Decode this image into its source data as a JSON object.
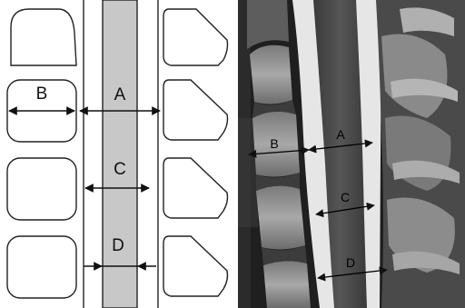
{
  "schematic": {
    "labels": {
      "b": "B",
      "a": "A",
      "c": "C",
      "d": "D"
    }
  },
  "mri": {
    "labels": {
      "b": "B",
      "a": "A",
      "c": "C",
      "d": "D"
    }
  },
  "colors": {
    "background": "#ffffff",
    "outline": "#222222",
    "cord_fill": "#c8c8c8",
    "mri_dark": "#1f1f1f"
  }
}
